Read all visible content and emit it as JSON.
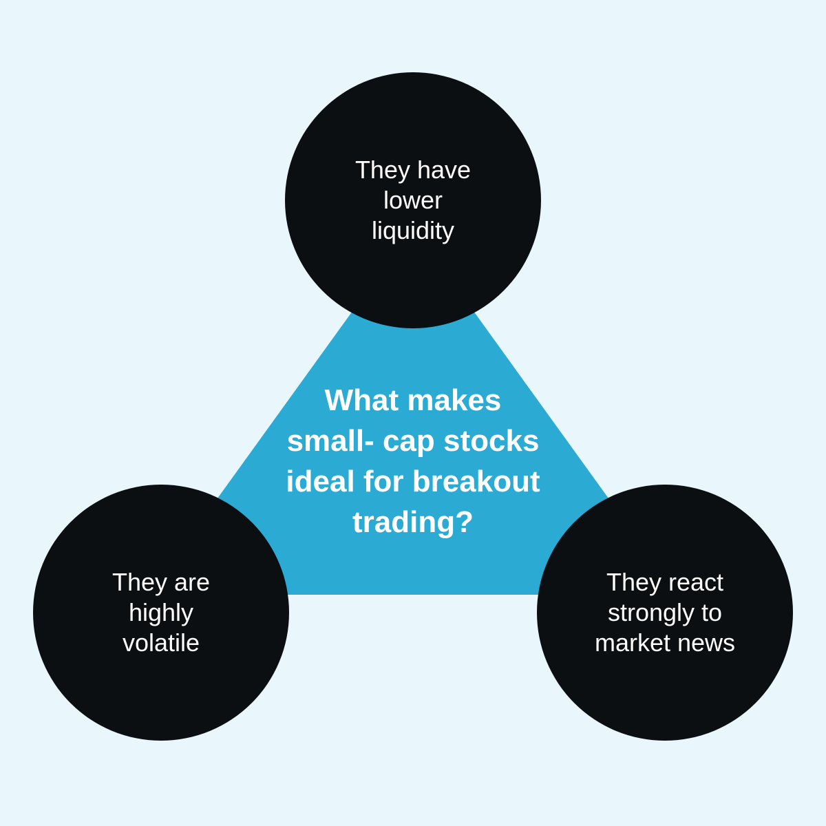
{
  "colors": {
    "background": "#e9f7fc",
    "triangle": "#2babd4",
    "circle": "#0c0f12",
    "text": "#ffffff"
  },
  "center": {
    "question": "What makes\nsmall- cap stocks\nideal for breakout\ntrading?"
  },
  "nodes": {
    "top": "They have\nlower\nliquidity",
    "left": "They are\nhighly\nvolatile",
    "right": "They react\nstrongly to\nmarket news"
  }
}
